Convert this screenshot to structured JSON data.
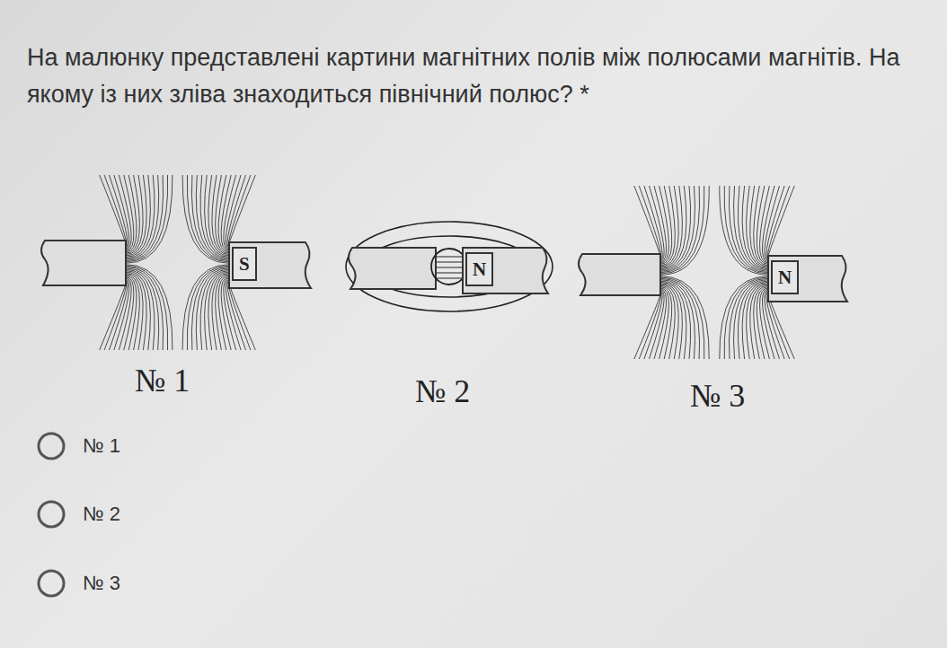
{
  "diagram": {
    "title": "На малюнку представлені картини магнітних полів між полюсами магнітів. На якому із них зліва знаходиться північний полюс? *",
    "nodes": [
      {
        "text": [
          "S"
        ]
      },
      {
        "text": [
          "N"
        ]
      },
      {
        "text": [
          "N"
        ]
      }
    ],
    "labels": [
      "№ 1",
      "№ 2",
      "№ 3",
      "№ 1",
      "№ 2",
      "№ 3"
    ]
  }
}
